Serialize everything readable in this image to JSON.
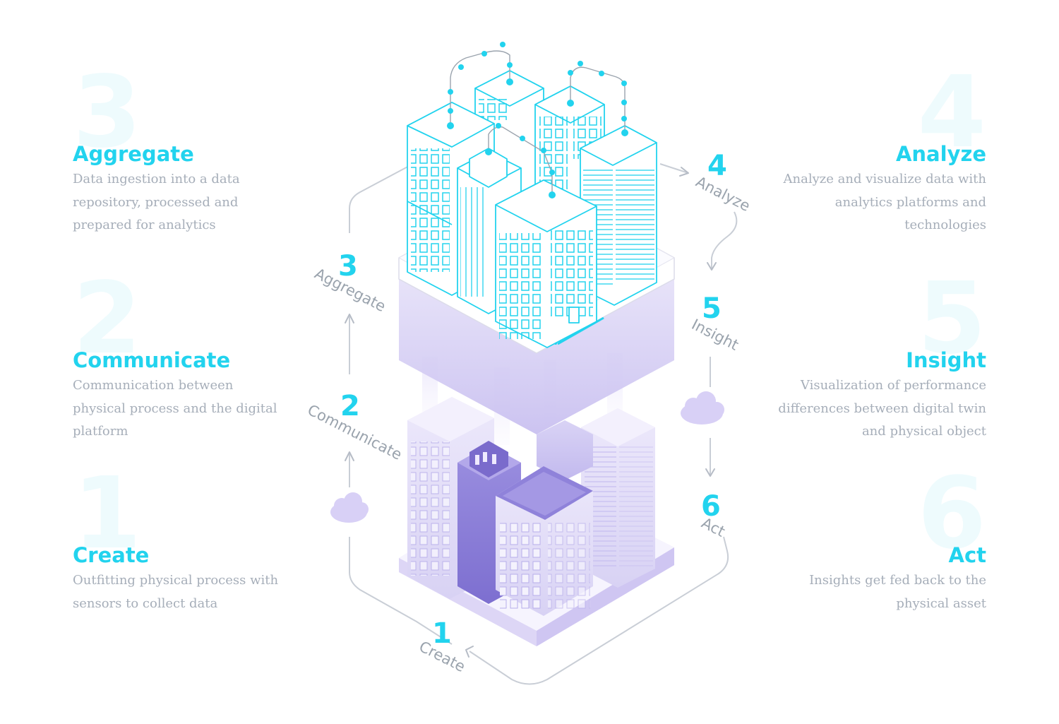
{
  "steps": [
    {
      "number": "1",
      "title": "Create",
      "description": "Outfitting physical process with sensors to collect data",
      "icon": "create-icon"
    },
    {
      "number": "2",
      "title": "Communicate",
      "description": "Communication between physical process and the digital platform",
      "icon": "communicate-icon"
    },
    {
      "number": "3",
      "title": "Aggregate",
      "description": "Data ingestion into a data repository, processed and prepared for analytics",
      "icon": "aggregate-icon"
    },
    {
      "number": "4",
      "title": "Analyze",
      "description": "Analyze and visualize data with analytics platforms and technologies",
      "icon": "analyze-icon"
    },
    {
      "number": "5",
      "title": "Insight",
      "description": "Visualization of performance differences between digital twin and physical object",
      "icon": "insight-icon"
    },
    {
      "number": "6",
      "title": "Act",
      "description": "Insights get fed back to the physical asset",
      "icon": "act-icon"
    }
  ],
  "colors": {
    "accent": "#22d3ee",
    "text_muted": "#a6aeb9",
    "watermark": "#eefbfd",
    "physical": "#8b7fd6",
    "flow_line": "#c9ced6"
  }
}
